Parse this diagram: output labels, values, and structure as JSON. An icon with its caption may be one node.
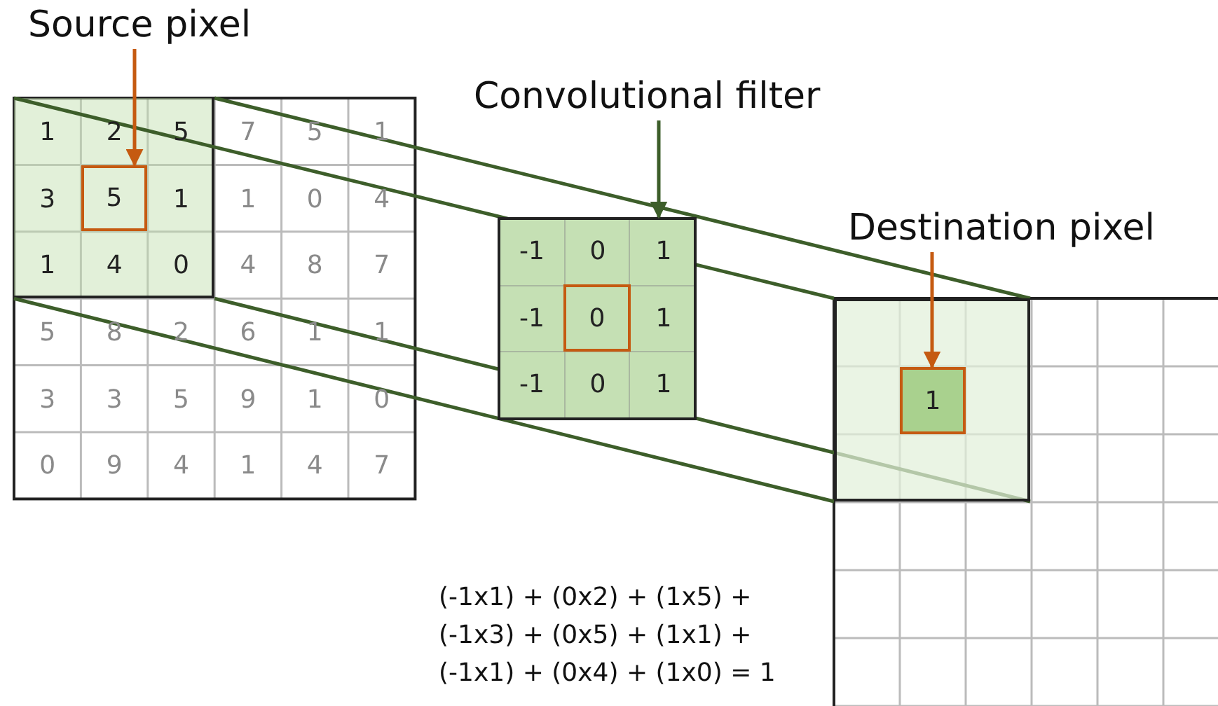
{
  "diagram": {
    "nodes": [
      {
        "text": [
          "Source pixel"
        ]
      },
      {
        "text": [],
        "shape": "box"
      },
      {
        "text": [
          "5"
        ],
        "in": 1
      },
      {
        "text": [
          "Convolutional filter"
        ]
      },
      {
        "text": [],
        "shape": "box"
      },
      {
        "text": [
          "0"
        ],
        "in": 4
      },
      {
        "text": [
          "Destination pixel"
        ]
      },
      {
        "text": [],
        "shape": "box"
      },
      {
        "text": [
          "1"
        ],
        "in": 7
      }
    ],
    "edges": [
      {
        "from": 0,
        "to": 2,
        "arrow": "to",
        "color": "#c55a11"
      },
      {
        "from": 3,
        "to": 4,
        "arrow": "to"
      },
      {
        "from": 6,
        "to": 8,
        "arrow": "to",
        "color": "#c55a11"
      },
      {
        "from": 1,
        "to": 7,
        "arrow": "none"
      },
      {
        "from": 1,
        "to": 7,
        "arrow": "none"
      },
      {
        "from": 1,
        "to": 7,
        "arrow": "none"
      },
      {
        "from": 1,
        "to": 7,
        "arrow": "none"
      }
    ],
    "labels": [
      "1",
      "2",
      "5",
      "7",
      "5",
      "1",
      "3",
      "1",
      "1",
      "0",
      "4",
      "1",
      "4",
      "0",
      "4",
      "8",
      "7",
      "5",
      "8",
      "2",
      "6",
      "1",
      "1",
      "3",
      "3",
      "5",
      "9",
      "1",
      "0",
      "0",
      "9",
      "4",
      "1",
      "4",
      "7",
      "-1",
      "0",
      "1",
      "-1",
      "1",
      "-1",
      "0",
      "1",
      "(-1x1) + (0x2) + (1x5) +",
      "(-1x3) + (0x5) + (1x1) +",
      "(-1x1) + (0x4) + (1x0) = 1"
    ]
  }
}
